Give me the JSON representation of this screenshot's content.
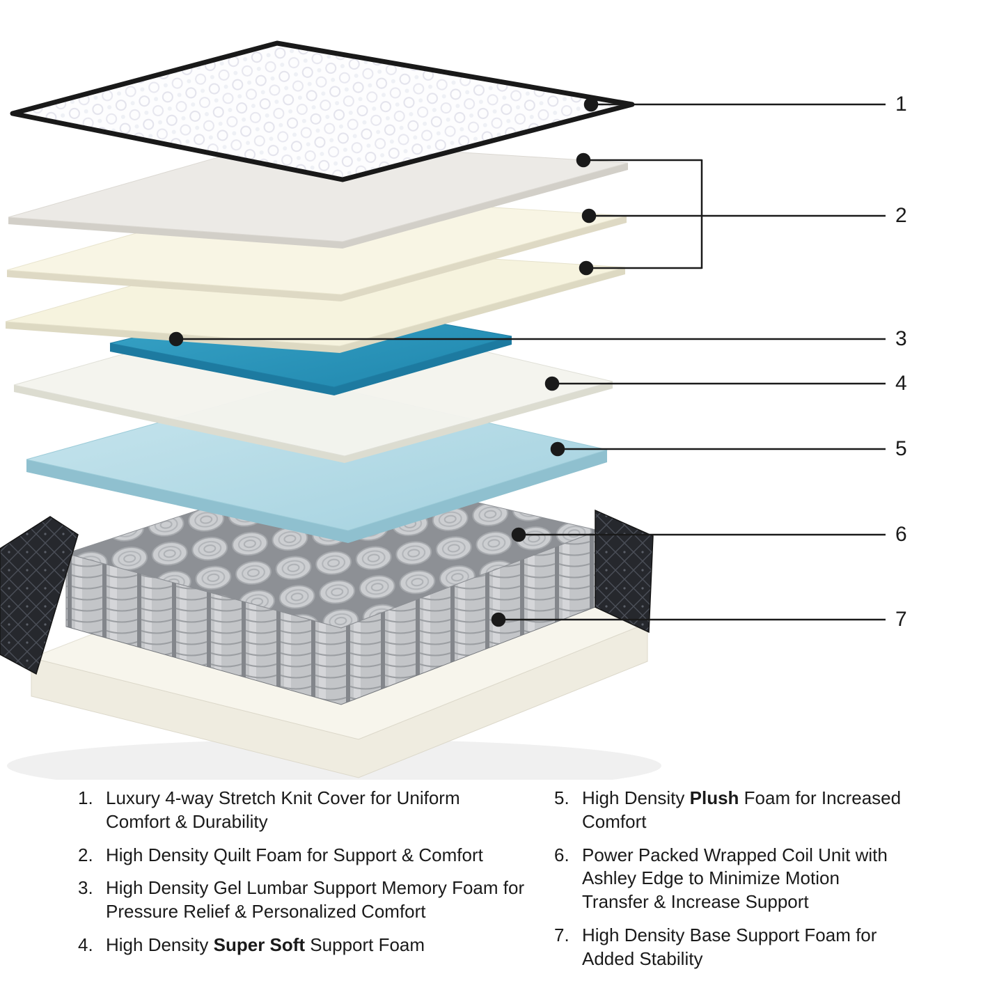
{
  "callouts": [
    {
      "label": "1"
    },
    {
      "label": "2"
    },
    {
      "label": "3"
    },
    {
      "label": "4"
    },
    {
      "label": "5"
    },
    {
      "label": "6"
    },
    {
      "label": "7"
    }
  ],
  "legend": {
    "left": [
      {
        "num": "1.",
        "pre": "Luxury 4-way Stretch Knit Cover for Uniform Comfort & Durability",
        "bold": "",
        "post": ""
      },
      {
        "num": "2.",
        "pre": "High Density Quilt Foam for Support & Comfort",
        "bold": "",
        "post": ""
      },
      {
        "num": "3.",
        "pre": "High Density Gel Lumbar Support Memory Foam for Pressure Relief & Personalized Comfort",
        "bold": "",
        "post": ""
      },
      {
        "num": "4.",
        "pre": "High Density ",
        "bold": "Super Soft",
        "post": " Support Foam"
      }
    ],
    "right": [
      {
        "num": "5.",
        "pre": "High Density ",
        "bold": "Plush",
        "post": " Foam for Increased Comfort"
      },
      {
        "num": "6.",
        "pre": "Power Packed Wrapped Coil Unit with Ashley Edge to Minimize Motion Transfer & Increase Support",
        "bold": "",
        "post": ""
      },
      {
        "num": "7.",
        "pre": "High Density Base Support Foam for Added Stability",
        "bold": "",
        "post": ""
      }
    ]
  },
  "colors": {
    "gel_blue": "#2e9bbf",
    "plush_blue": "#b8dce8",
    "line_black": "#1a1a1a"
  }
}
